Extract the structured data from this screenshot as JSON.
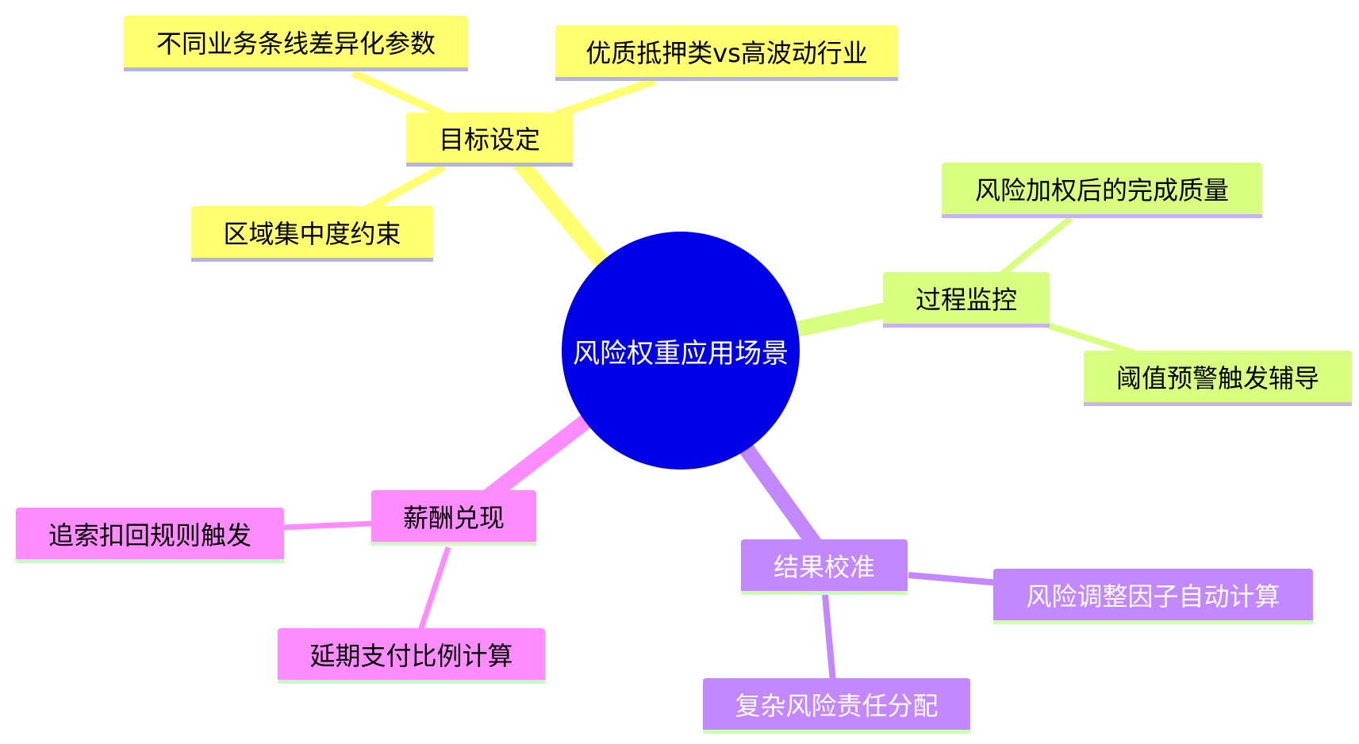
{
  "root": {
    "label": "风险权重应用场景",
    "color": "#0000e6"
  },
  "branches": [
    {
      "label": "目标设定",
      "color": "#ffff70",
      "children": [
        "不同业务条线差异化参数",
        "优质抵押类vs高波动行业",
        "区域集中度约束"
      ]
    },
    {
      "label": "过程监控",
      "color": "#d8ff80",
      "children": [
        "风险加权后的完成质量",
        "阈值预警触发辅导"
      ]
    },
    {
      "label": "结果校准",
      "color": "#c387ff",
      "children": [
        "风险调整因子自动计算",
        "复杂风险责任分配"
      ]
    },
    {
      "label": "薪酬兑现",
      "color": "#ff8cff",
      "children": [
        "追索扣回规则触发",
        "延期支付比例计算"
      ]
    }
  ]
}
